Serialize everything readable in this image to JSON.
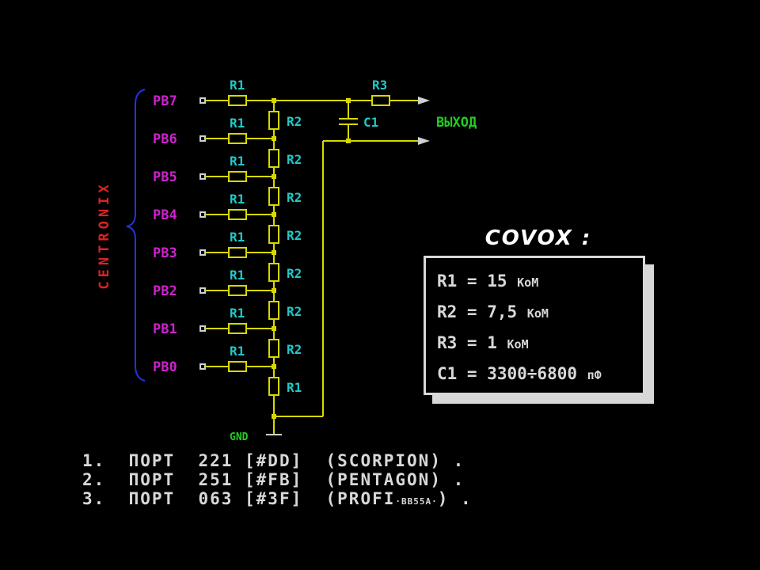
{
  "schematic": {
    "inputs": [
      "PB7",
      "PB6",
      "PB5",
      "PB4",
      "PB3",
      "PB2",
      "PB1",
      "PB0"
    ],
    "r1_label": "R1",
    "r2_label": "R2",
    "r3_label": "R3",
    "c1_label": "C1",
    "output_label": "ВЫХОД",
    "gnd_label": "GND",
    "bus_label": "CENTRONIX",
    "colors": {
      "wire": "#d8d800",
      "pins": "#cc22cc",
      "parts": "#22c8c8",
      "output": "#22cc22",
      "bus": "#dd2222",
      "brace": "#2233dd"
    }
  },
  "covox": {
    "title": "COVOX :",
    "specs": [
      {
        "name": "R1 = ",
        "value": "15 ",
        "unit": "КоМ"
      },
      {
        "name": "R2 = ",
        "value": "7,5 ",
        "unit": "КоМ"
      },
      {
        "name": "R3 = ",
        "value": "1 ",
        "unit": "КоМ"
      },
      {
        "name": "C1 = ",
        "value": "3300÷6800 ",
        "unit": "пФ"
      }
    ]
  },
  "ports": [
    {
      "num": "1.",
      "text": "ПОРТ  221 [#DD]  (SCORPION)",
      "sub": "",
      "end": " ."
    },
    {
      "num": "2.",
      "text": "ПОРТ  251 [#FB]  (PENTAGON)",
      "sub": "",
      "end": " ."
    },
    {
      "num": "3.",
      "text": "ПОРТ  063 [#3F]  (PROFI",
      "sub": "·ВВ55А·",
      "end": ") ."
    }
  ]
}
